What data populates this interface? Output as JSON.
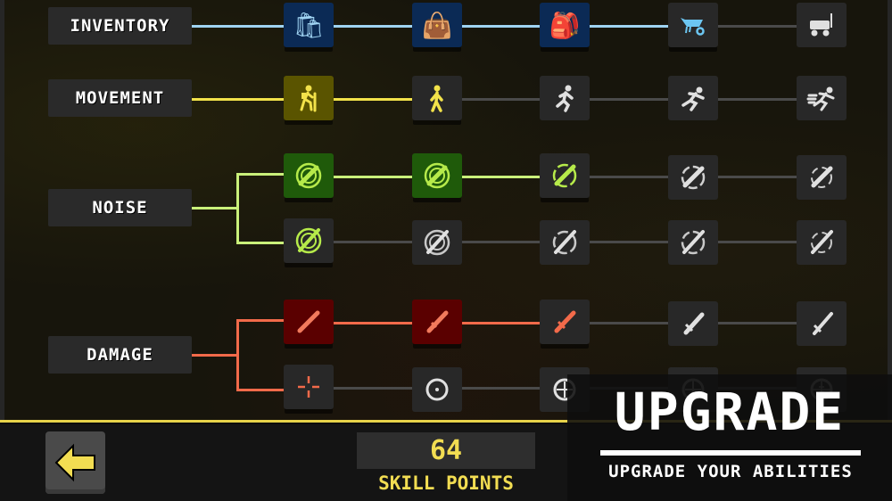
{
  "colors": {
    "inventory": "#9fd3f2",
    "movement": "#f2e24a",
    "noise": "#c9f07a",
    "damage": "#f26a4a",
    "locked_line": "#4a4a4a",
    "accent": "#f2dd52"
  },
  "categories": [
    {
      "label": "INVENTORY",
      "key": "inventory"
    },
    {
      "label": "MOVEMENT",
      "key": "movement"
    },
    {
      "label": "NOISE",
      "key": "noise"
    },
    {
      "label": "DAMAGE",
      "key": "damage"
    }
  ],
  "rows": {
    "inventory": [
      {
        "icon": "plastic-bag-icon",
        "glyph": "🛍",
        "state": "owned"
      },
      {
        "icon": "handbag-icon",
        "glyph": "👜",
        "state": "owned"
      },
      {
        "icon": "backpack-icon",
        "glyph": "🎒",
        "state": "owned"
      },
      {
        "icon": "wheelbarrow-icon",
        "glyph": "⛟",
        "state": "available"
      },
      {
        "icon": "wagon-icon",
        "glyph": "⛟",
        "state": "locked"
      }
    ],
    "movement": [
      {
        "icon": "hiker-icon",
        "glyph": "🚶",
        "state": "owned"
      },
      {
        "icon": "walker-icon",
        "glyph": "🚶",
        "state": "available"
      },
      {
        "icon": "jogger-icon",
        "glyph": "🏃",
        "state": "locked"
      },
      {
        "icon": "runner-icon",
        "glyph": "🏃",
        "state": "locked"
      },
      {
        "icon": "sprinter-icon",
        "glyph": "🏃",
        "state": "locked"
      }
    ],
    "noise_melee": [
      {
        "icon": "silent-knife-icon",
        "glyph": "◎",
        "state": "owned"
      },
      {
        "icon": "silent-knife-icon",
        "glyph": "◎",
        "state": "owned"
      },
      {
        "icon": "silent-knife-icon",
        "glyph": "◎",
        "state": "available"
      },
      {
        "icon": "silent-knife-icon",
        "glyph": "◎",
        "state": "locked"
      },
      {
        "icon": "silent-knife-icon",
        "glyph": "◎",
        "state": "locked"
      }
    ],
    "noise_ranged": [
      {
        "icon": "silent-rifle-icon",
        "glyph": "◎",
        "state": "available"
      },
      {
        "icon": "silent-rifle-icon",
        "glyph": "◎",
        "state": "locked"
      },
      {
        "icon": "silent-rifle-icon",
        "glyph": "◎",
        "state": "locked"
      },
      {
        "icon": "silent-rifle-icon",
        "glyph": "◎",
        "state": "locked"
      },
      {
        "icon": "silent-rifle-icon",
        "glyph": "◎",
        "state": "locked"
      }
    ],
    "damage_melee": [
      {
        "icon": "knife-icon",
        "glyph": "🗡",
        "state": "owned"
      },
      {
        "icon": "dagger-icon",
        "glyph": "🗡",
        "state": "owned"
      },
      {
        "icon": "combat-knife-icon",
        "glyph": "🗡",
        "state": "available"
      },
      {
        "icon": "bowie-knife-icon",
        "glyph": "🗡",
        "state": "locked"
      },
      {
        "icon": "hunting-knife-icon",
        "glyph": "🗡",
        "state": "locked"
      }
    ],
    "damage_ranged": [
      {
        "icon": "crosshair-icon",
        "glyph": "✛",
        "state": "available"
      },
      {
        "icon": "reticle-icon",
        "glyph": "⊙",
        "state": "locked"
      },
      {
        "icon": "scope-icon",
        "glyph": "⊕",
        "state": "locked"
      },
      {
        "icon": "scope-icon",
        "glyph": "⊕",
        "state": "locked"
      },
      {
        "icon": "sniper-scope-icon",
        "glyph": "⊕",
        "state": "locked"
      }
    ]
  },
  "footer": {
    "back_icon": "arrow-left-icon",
    "skill_points_value": "64",
    "skill_points_label": "SKILL POINTS"
  },
  "promo": {
    "title": "UPGRADE",
    "subtitle": "UPGRADE YOUR ABILITIES"
  }
}
